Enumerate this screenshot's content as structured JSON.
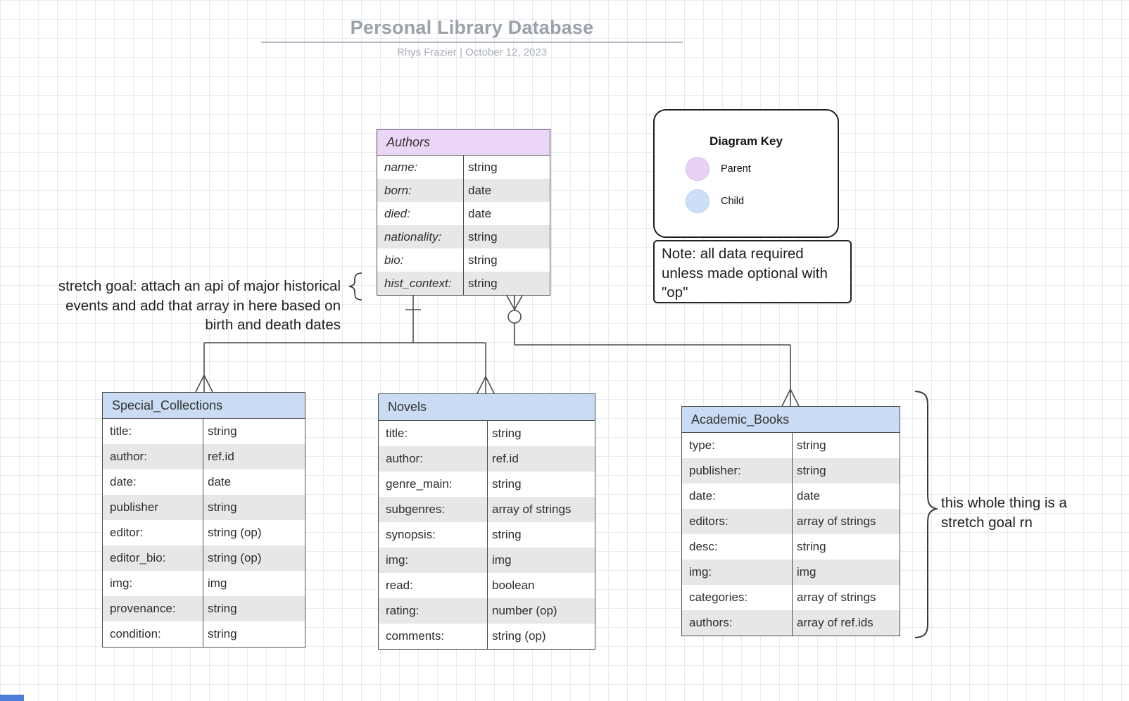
{
  "header": {
    "title": "Personal Library Database",
    "byline": "Rhys Frazier  |  October 12, 2023"
  },
  "entities": {
    "authors": {
      "title": "Authors",
      "rows": [
        {
          "field": "name:",
          "type": "string"
        },
        {
          "field": "born:",
          "type": "date"
        },
        {
          "field": "died:",
          "type": "date"
        },
        {
          "field": "nationality:",
          "type": "string"
        },
        {
          "field": "bio:",
          "type": "string"
        },
        {
          "field": "hist_context:",
          "type": "string"
        }
      ]
    },
    "special_collections": {
      "title": "Special_Collections",
      "rows": [
        {
          "field": "title:",
          "type": "string"
        },
        {
          "field": "author:",
          "type": "ref.id"
        },
        {
          "field": "date:",
          "type": "date"
        },
        {
          "field": "publisher",
          "type": "string"
        },
        {
          "field": "editor:",
          "type": "string (op)"
        },
        {
          "field": "editor_bio:",
          "type": "string (op)"
        },
        {
          "field": "img:",
          "type": "img"
        },
        {
          "field": "provenance:",
          "type": "string"
        },
        {
          "field": "condition:",
          "type": "string"
        }
      ]
    },
    "novels": {
      "title": "Novels",
      "rows": [
        {
          "field": "title:",
          "type": "string"
        },
        {
          "field": "author:",
          "type": "ref.id"
        },
        {
          "field": "genre_main:",
          "type": "string"
        },
        {
          "field": "subgenres:",
          "type": "array of strings"
        },
        {
          "field": "synopsis:",
          "type": "string"
        },
        {
          "field": "img:",
          "type": "img"
        },
        {
          "field": "read:",
          "type": "boolean"
        },
        {
          "field": "rating:",
          "type": "number (op)"
        },
        {
          "field": "comments:",
          "type": "string (op)"
        }
      ]
    },
    "academic_books": {
      "title": "Academic_Books",
      "rows": [
        {
          "field": "type:",
          "type": "string"
        },
        {
          "field": "publisher:",
          "type": "string"
        },
        {
          "field": "date:",
          "type": "date"
        },
        {
          "field": "editors:",
          "type": "array of strings"
        },
        {
          "field": "desc:",
          "type": "string"
        },
        {
          "field": "img:",
          "type": "img"
        },
        {
          "field": "categories:",
          "type": "array of strings"
        },
        {
          "field": "authors:",
          "type": "array of ref.ids"
        }
      ]
    }
  },
  "key": {
    "title": "Diagram Key",
    "items": [
      {
        "label": "Parent",
        "color": "#e9d1f6"
      },
      {
        "label": "Child",
        "color": "#cbdff6"
      }
    ]
  },
  "note": {
    "line1": "Note: all data required",
    "line2": "unless made optional with",
    "line3": "\"op\""
  },
  "annotations": {
    "left": {
      "line1": "stretch goal: attach an api of major historical",
      "line2": "events and add that array in here based on",
      "line3": "birth and death dates"
    },
    "right": {
      "line1": "this whole thing is a",
      "line2": "stretch goal rn"
    }
  },
  "colors": {
    "parent_header": "#ecd6f7",
    "child_header": "#c9dcf3",
    "row_alt": "#e7e7e7",
    "connector": "#4d4d4d"
  }
}
